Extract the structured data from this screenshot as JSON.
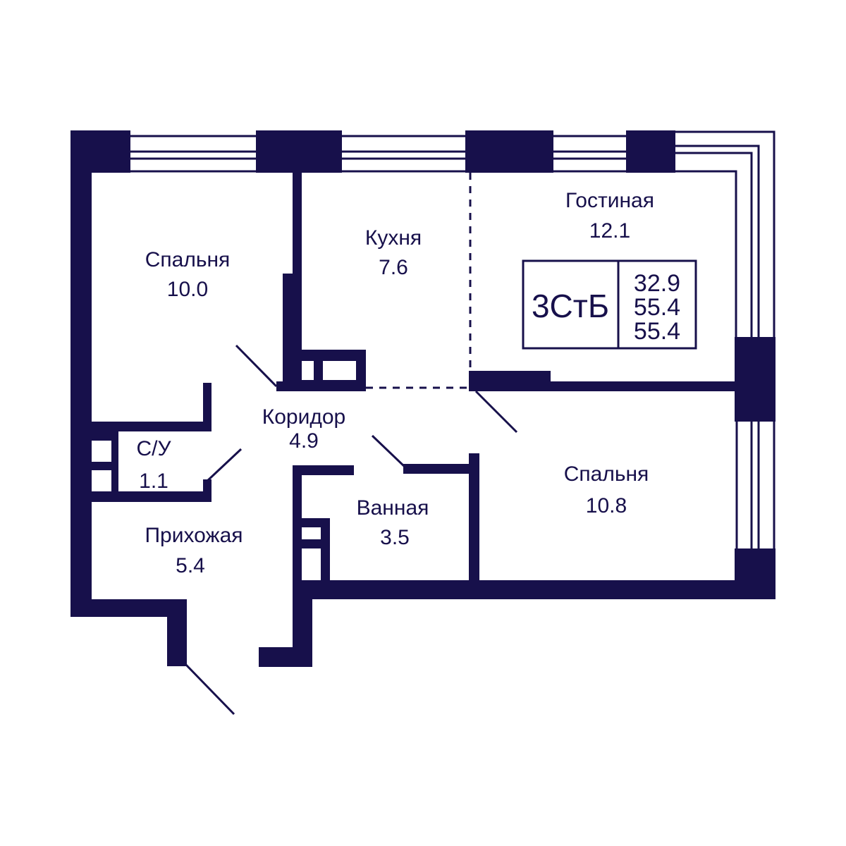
{
  "colors": {
    "wall": "#17104b",
    "background": "#ffffff"
  },
  "rooms": {
    "bedroom1": {
      "name": "Спальня",
      "area": "10.0"
    },
    "kitchen": {
      "name": "Кухня",
      "area": "7.6"
    },
    "living": {
      "name": "Гостиная",
      "area": "12.1"
    },
    "corridor": {
      "name": "Коридор",
      "area": "4.9"
    },
    "wc": {
      "name": "С/У",
      "area": "1.1"
    },
    "hall": {
      "name": "Прихожая",
      "area": "5.4"
    },
    "bathroom": {
      "name": "Ванная",
      "area": "3.5"
    },
    "bedroom2": {
      "name": "Спальня",
      "area": "10.8"
    }
  },
  "badge": {
    "type": "3СтБ",
    "areas": [
      "32.9",
      "55.4",
      "55.4"
    ]
  }
}
